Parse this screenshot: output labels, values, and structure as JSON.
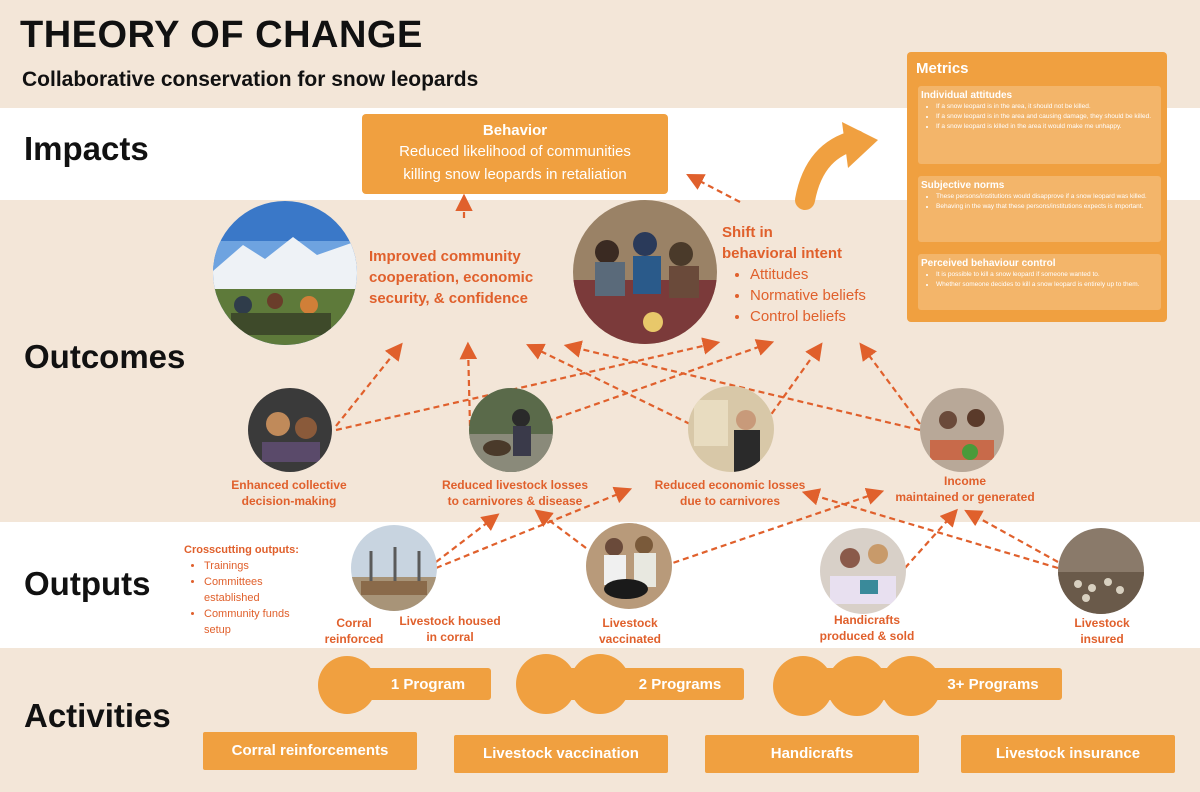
{
  "header": {
    "title": "THEORY OF CHANGE",
    "subtitle": "Collaborative conservation for snow leopards"
  },
  "sections": {
    "impacts": "Impacts",
    "outcomes": "Outcomes",
    "outputs": "Outputs",
    "activities": "Activities"
  },
  "behavior": {
    "heading": "Behavior",
    "line1": "Reduced likelihood of communities",
    "line2": "killing snow leopards in retaliation"
  },
  "improved": {
    "line1": "Improved community",
    "line2": "cooperation, economic",
    "line3": "security, & confidence"
  },
  "shift": {
    "line1": "Shift in",
    "line2": "behavioral intent",
    "items": [
      "Attitudes",
      "Normative beliefs",
      "Control beliefs"
    ]
  },
  "outcome_labels": {
    "collective": [
      "Enhanced  collective",
      "decision-making"
    ],
    "livestock_losses": [
      "Reduced livestock losses",
      "to carnivores & disease"
    ],
    "economic_losses": [
      "Reduced economic losses",
      "due to carnivores"
    ],
    "income": [
      "Income",
      "maintained or generated"
    ]
  },
  "crosscutting": {
    "title": "Crosscutting outputs:",
    "items": [
      "Trainings",
      "Committees",
      "established",
      "Community funds",
      "setup"
    ]
  },
  "output_labels": {
    "corral": [
      "Corral",
      "reinforced"
    ],
    "housed": [
      "Livestock housed",
      "in corral"
    ],
    "vaccinated": [
      "Livestock",
      "vaccinated"
    ],
    "handicrafts": [
      "Handicrafts",
      "produced & sold"
    ],
    "insured": [
      "Livestock",
      "insured"
    ]
  },
  "metrics": {
    "title": "Metrics",
    "attitudes": {
      "title": "Individual attitudes",
      "items": [
        "If a snow leopard is in the area, it should not be killed.",
        "If a snow leopard is in the area and causing damage, they should be killed.",
        "If a snow leopard is killed in the area it would make me unhappy."
      ]
    },
    "norms": {
      "title": "Subjective norms",
      "items": [
        "These persons/institutions would disapprove if a snow leopard was killed.",
        "Behaving in the way that these persons/institutions expects is important."
      ]
    },
    "control": {
      "title": "Perceived behaviour control",
      "items": [
        "It is possible to kill a snow leopard if someone wanted to.",
        "Whether someone decides to kill a snow leopard is entirely up to them."
      ]
    }
  },
  "programs": [
    "1 Program",
    "2 Programs",
    "3+ Programs"
  ],
  "activities": [
    "Corral reinforcements",
    "Livestock vaccination",
    "Handicrafts",
    "Livestock insurance"
  ],
  "colors": {
    "accent": "#f0a040",
    "label": "#e0602c",
    "band": "#f3e6d8"
  }
}
